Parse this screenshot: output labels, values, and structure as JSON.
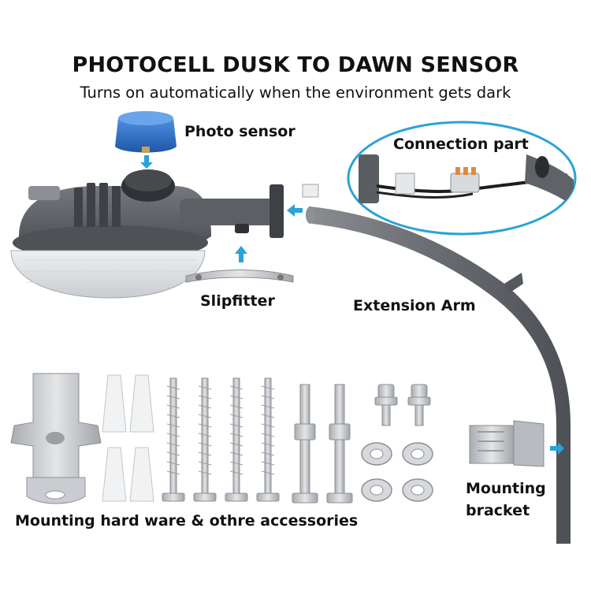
{
  "heading": {
    "title": "PHOTOCELL DUSK TO DAWN SENSOR",
    "subtitle": "Turns on automatically when the environment gets dark"
  },
  "labels": {
    "photo_sensor": "Photo sensor",
    "connection_part": "Connection part",
    "slipfitter": "Slipfitter",
    "extension_arm": "Extension Arm",
    "mounting_bracket_line1": "Mounting",
    "mounting_bracket_line2": "bracket",
    "hardware": "Mounting hard ware & othre accessories"
  },
  "colors": {
    "fixture_body": "#5d6066",
    "arm": "#6b6e73",
    "sensor_blue": "#2f6fc9",
    "arrow_blue": "#2aa3d8",
    "metal_silver": "#c7cacd"
  }
}
